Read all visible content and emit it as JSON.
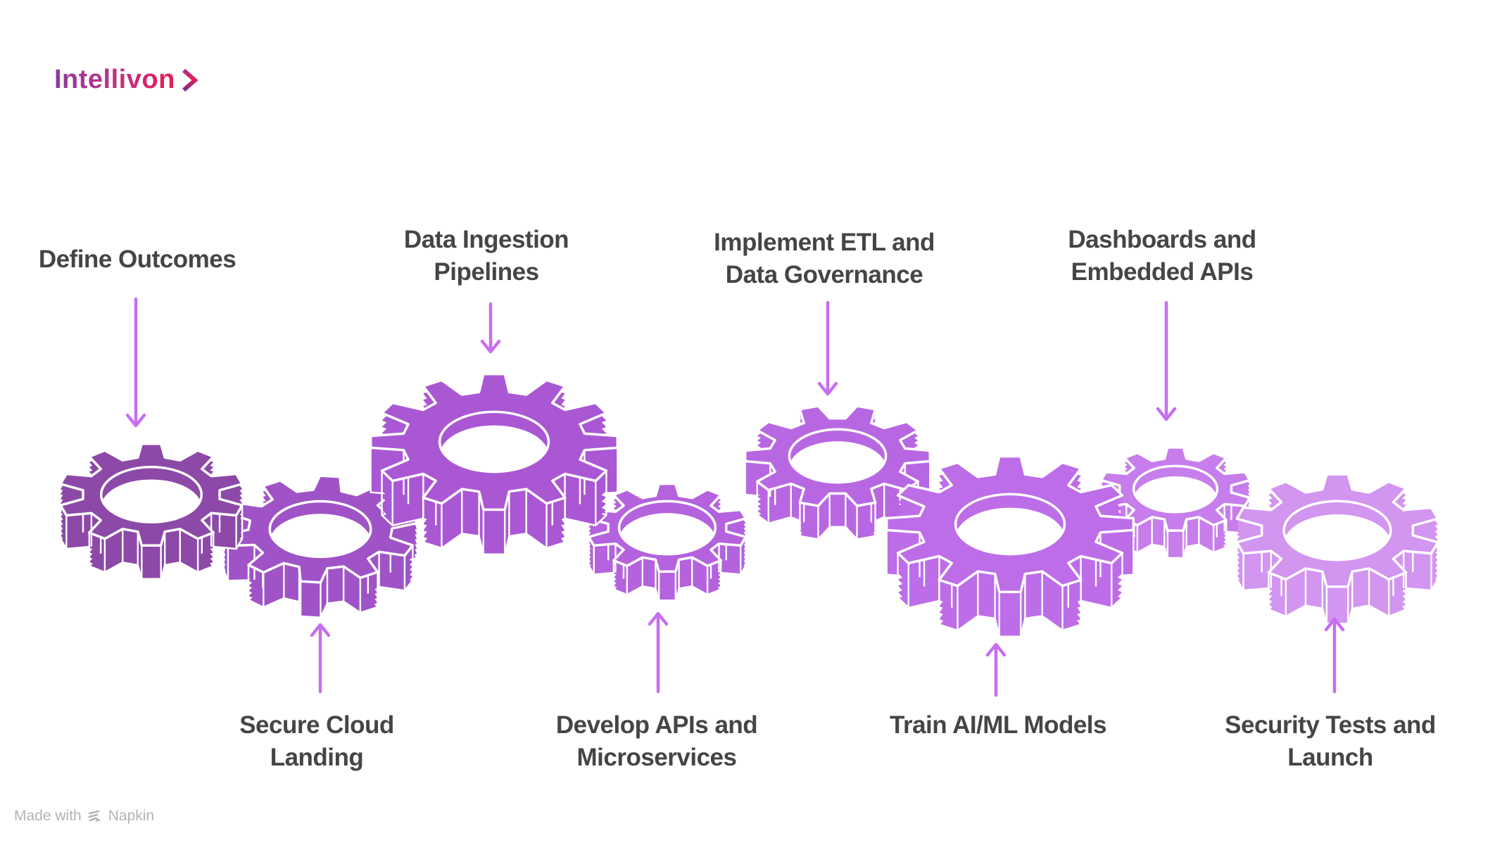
{
  "logo": {
    "brand": "Intellivon"
  },
  "colors": {
    "background": "#ffffff",
    "label_text": "#454545",
    "arrow": "#c76ef2",
    "gear_outline": "#ffffff",
    "logo_gradient_start": "#8e3aa4",
    "logo_gradient_mid": "#c52f7e",
    "logo_gradient_end": "#ed1853",
    "footer_text": "#b4b4b4"
  },
  "steps": [
    {
      "label": "Define Outcomes",
      "side": "top",
      "gear_color": "#8c49a8"
    },
    {
      "label": "Secure Cloud Landing",
      "side": "bottom",
      "gear_color": "#9f53c6"
    },
    {
      "label": "Data Ingestion Pipelines",
      "side": "top",
      "gear_color": "#aa57d4"
    },
    {
      "label": "Develop APIs and Microservices",
      "side": "bottom",
      "gear_color": "#b462dd"
    },
    {
      "label": "Implement ETL and Data Governance",
      "side": "top",
      "gear_color": "#b867e2"
    },
    {
      "label": "Train AI/ML Models",
      "side": "bottom",
      "gear_color": "#bd6de8"
    },
    {
      "label": "Dashboards and Embedded APIs",
      "side": "top",
      "gear_color": "#c77deb"
    },
    {
      "label": "Security Tests and Launch",
      "side": "bottom",
      "gear_color": "#d295f0"
    }
  ],
  "footer": {
    "prefix": "Made with",
    "brand": "Napkin"
  }
}
